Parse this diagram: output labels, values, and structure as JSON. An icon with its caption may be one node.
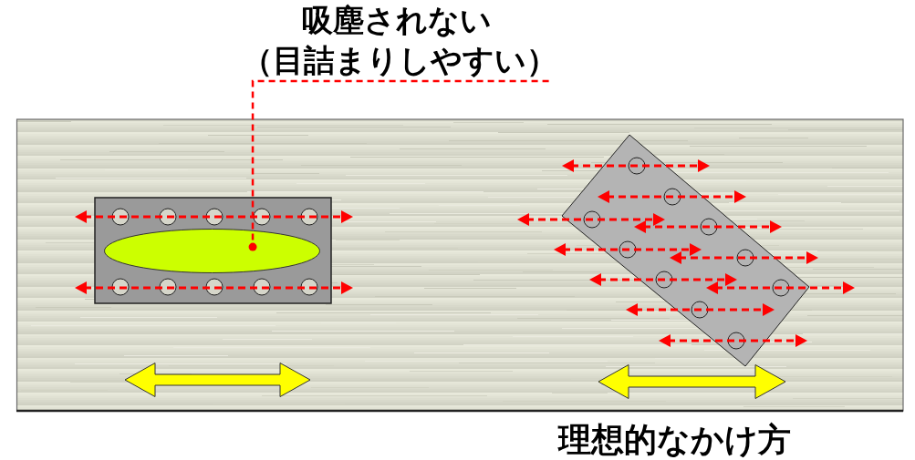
{
  "diagram": {
    "nodes": [
      {
        "text": [
          "吸塵されない（目詰まりしやすい）"
        ]
      },
      {
        "text": [],
        "shape": "ellipse"
      }
    ],
    "edges": [
      {
        "from": 0,
        "to": 1,
        "arrow": "other",
        "style": "dashed",
        "color": "#ff0000"
      }
    ],
    "labels": [
      "理想的なかけ方"
    ]
  }
}
